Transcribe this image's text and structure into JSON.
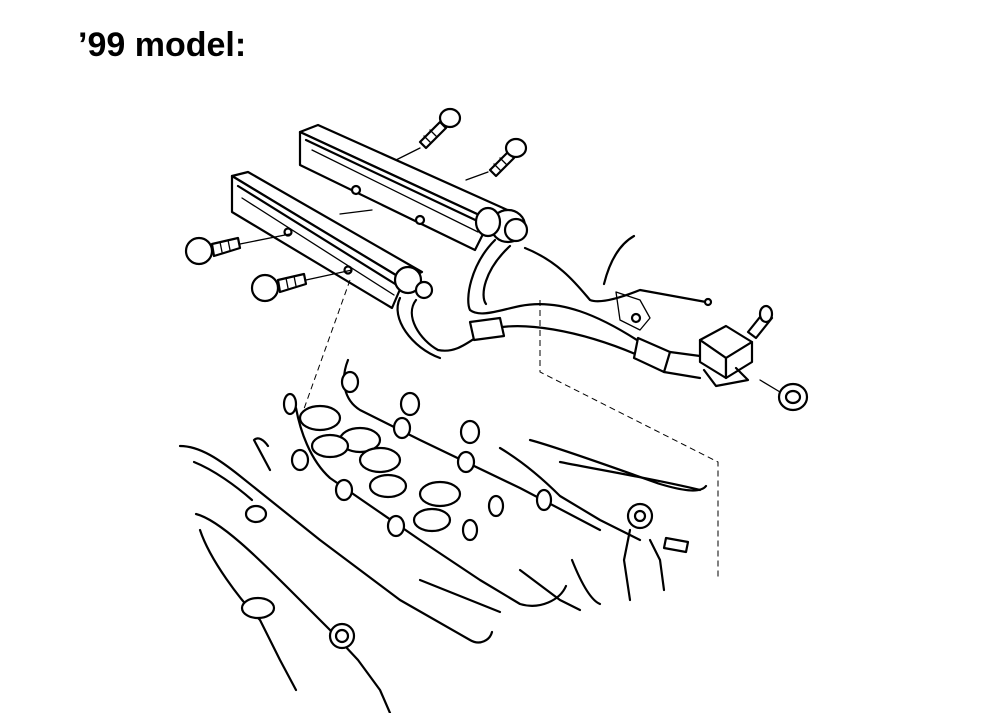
{
  "title": "’99 model:",
  "diagram": {
    "parts": [
      "fuel-rail-rear",
      "fuel-rail-front",
      "rail-bolts",
      "fuel-hose",
      "pressure-regulator",
      "intake-manifold",
      "cylinder-head"
    ]
  }
}
